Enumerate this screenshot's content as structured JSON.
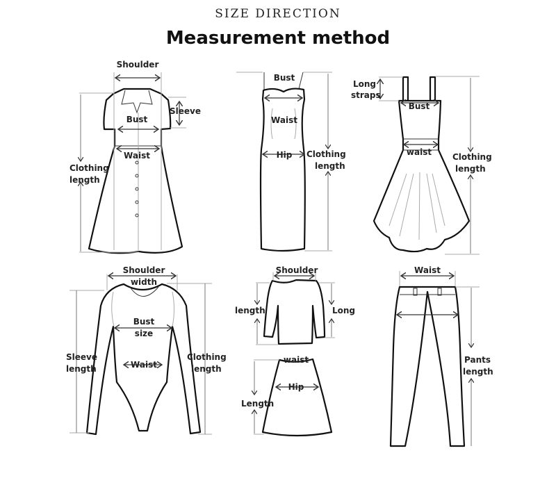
{
  "header": {
    "subtitle": "SIZE DIRECTION",
    "title": "Measurement method"
  },
  "diagrams": {
    "shirt_dress": {
      "shoulder": "Shoulder",
      "sleeve": "Sleeve",
      "bust": "Bust",
      "waist": "Waist",
      "length_1": "Clothing",
      "length_2": "length"
    },
    "slip_dress": {
      "bust": "Bust",
      "waist": "Waist",
      "hip": "Hip",
      "length_1": "Clothing",
      "length_2": "length"
    },
    "strap_dress": {
      "straps_1": "Long",
      "straps_2": "straps",
      "bust": "Bust",
      "waist": "waist",
      "length_1": "Clothing",
      "length_2": "length"
    },
    "bodysuit": {
      "shoulder_1": "Shoulder",
      "shoulder_2": "width",
      "bust_1": "Bust",
      "bust_2": "size",
      "waist": "Waist",
      "sleeve_1": "Sleeve",
      "sleeve_2": "length",
      "length_1": "Clothing",
      "length_2": "length"
    },
    "top": {
      "shoulder": "Shoulder",
      "left": "length",
      "right": "Long"
    },
    "skirt": {
      "waist": "waist",
      "hip": "Hip",
      "length": "Length"
    },
    "pants": {
      "waist": "Waist",
      "length_1": "Pants",
      "length_2": "length"
    }
  }
}
